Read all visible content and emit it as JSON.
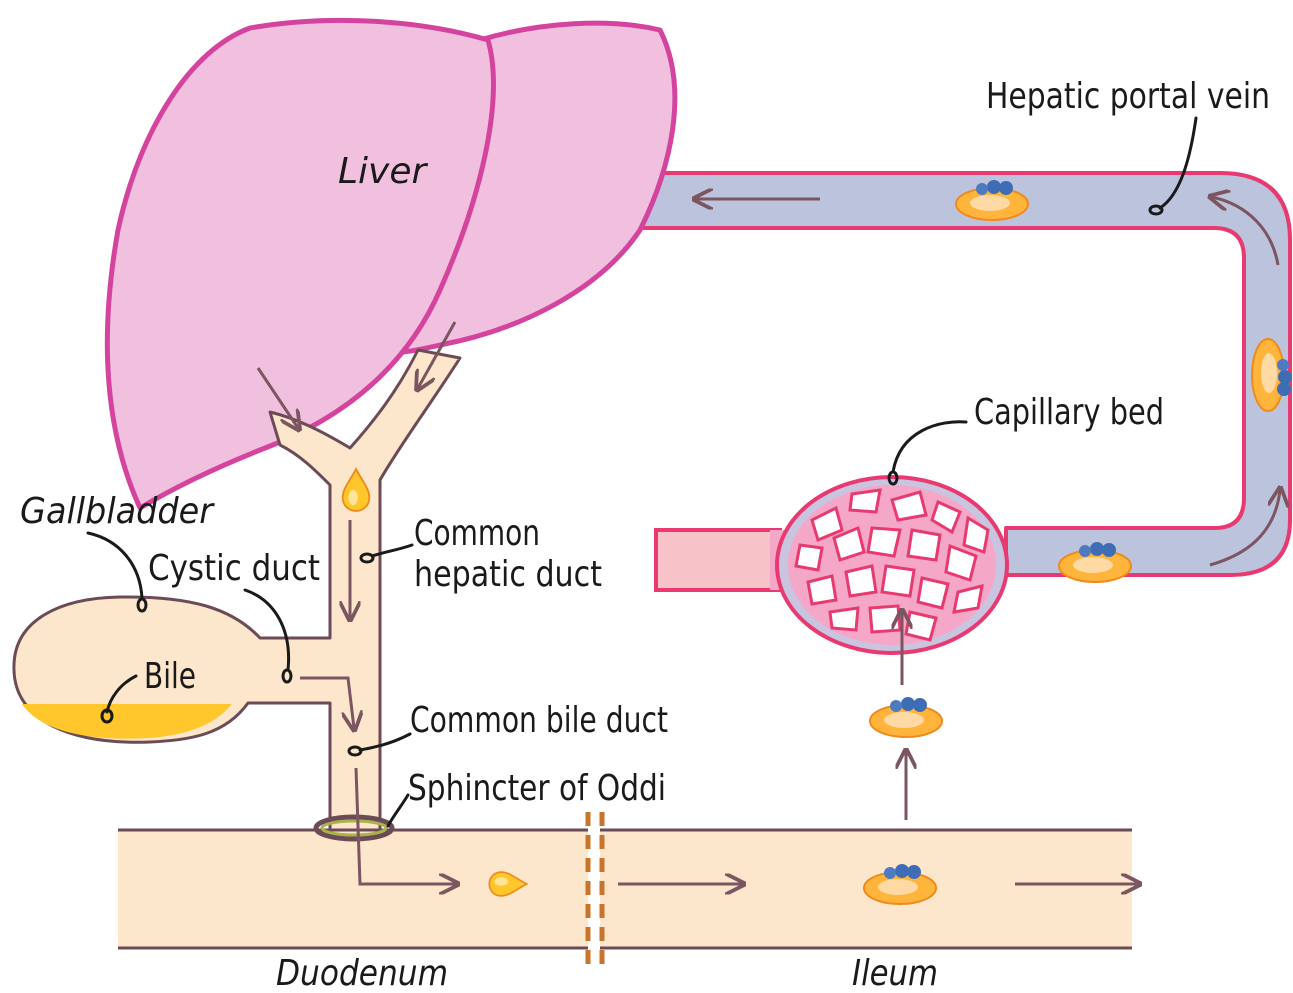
{
  "labels": {
    "liver": "Liver",
    "hepatic_portal_vein": "Hepatic portal vein",
    "capillary_bed": "Capillary bed",
    "gallbladder": "Gallbladder",
    "cystic_duct": "Cystic duct",
    "common_hepatic_duct_line1": "Common",
    "common_hepatic_duct_line2": "hepatic duct",
    "bile": "Bile",
    "common_bile_duct": "Common bile duct",
    "sphincter_of_oddi": "Sphincter of Oddi",
    "duodenum": "Duodenum",
    "ileum": "Ileum"
  },
  "colors": {
    "liver_fill": "#f0c0de",
    "liver_outline": "#d4449e",
    "duct_fill": "#fce6cc",
    "duct_outline": "#6b4b55",
    "bile": "#ffc72c",
    "vein_fill": "#bcc3dd",
    "vein_outline": "#e83a70",
    "capillary_fill": "#f4a7c6",
    "arrow": "#7b5560",
    "micelle_orange": "#ffb43c",
    "micelle_blue": "#3f6db5"
  }
}
